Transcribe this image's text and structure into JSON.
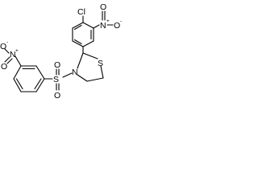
{
  "molecule": {
    "atoms": {
      "cl": "Cl",
      "o_nitro1_top": "O",
      "n_nitro1": "N",
      "o_nitro1_plus": "+",
      "o_nitro1_right": "O",
      "o_nitro1_minus": "-",
      "s_ring": "S",
      "n_ring": "N",
      "s_sulfonyl": "S",
      "o_sulfonyl_top": "O",
      "o_sulfonyl_bottom": "O",
      "n_nitro2": "N",
      "n_nitro2_plus": "+",
      "o_nitro2_left": "O",
      "o_nitro2_minus": "-",
      "o_nitro2_bottom": "O"
    }
  }
}
